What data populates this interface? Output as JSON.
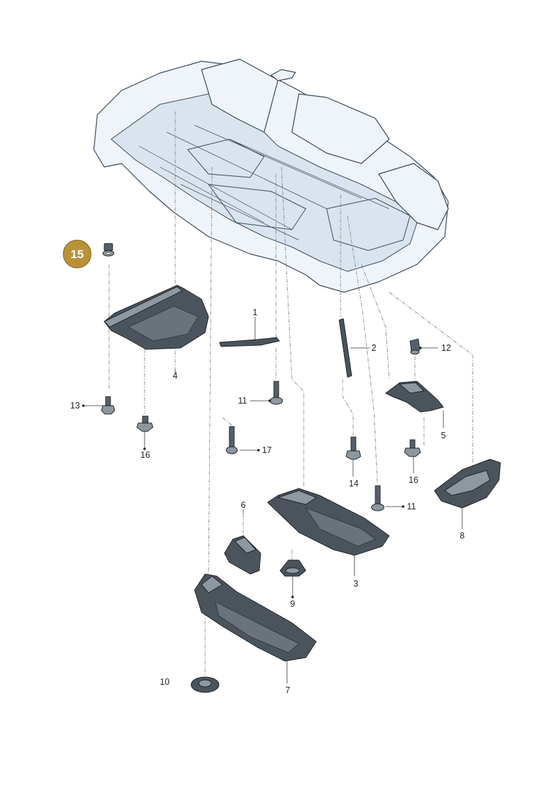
{
  "highlight": {
    "number": "15",
    "color": "#b89236"
  },
  "labels": [
    {
      "id": "1",
      "text": "1"
    },
    {
      "id": "2",
      "text": "2"
    },
    {
      "id": "3",
      "text": "3"
    },
    {
      "id": "4",
      "text": "4"
    },
    {
      "id": "5",
      "text": "5"
    },
    {
      "id": "6",
      "text": "6"
    },
    {
      "id": "7",
      "text": "7"
    },
    {
      "id": "8",
      "text": "8"
    },
    {
      "id": "9",
      "text": "9"
    },
    {
      "id": "10",
      "text": "10"
    },
    {
      "id": "11a",
      "text": "11"
    },
    {
      "id": "11b",
      "text": "11"
    },
    {
      "id": "12",
      "text": "12"
    },
    {
      "id": "13",
      "text": "13"
    },
    {
      "id": "14",
      "text": "14"
    },
    {
      "id": "16a",
      "text": "16"
    },
    {
      "id": "16b",
      "text": "16"
    },
    {
      "id": "17",
      "text": "17"
    }
  ]
}
